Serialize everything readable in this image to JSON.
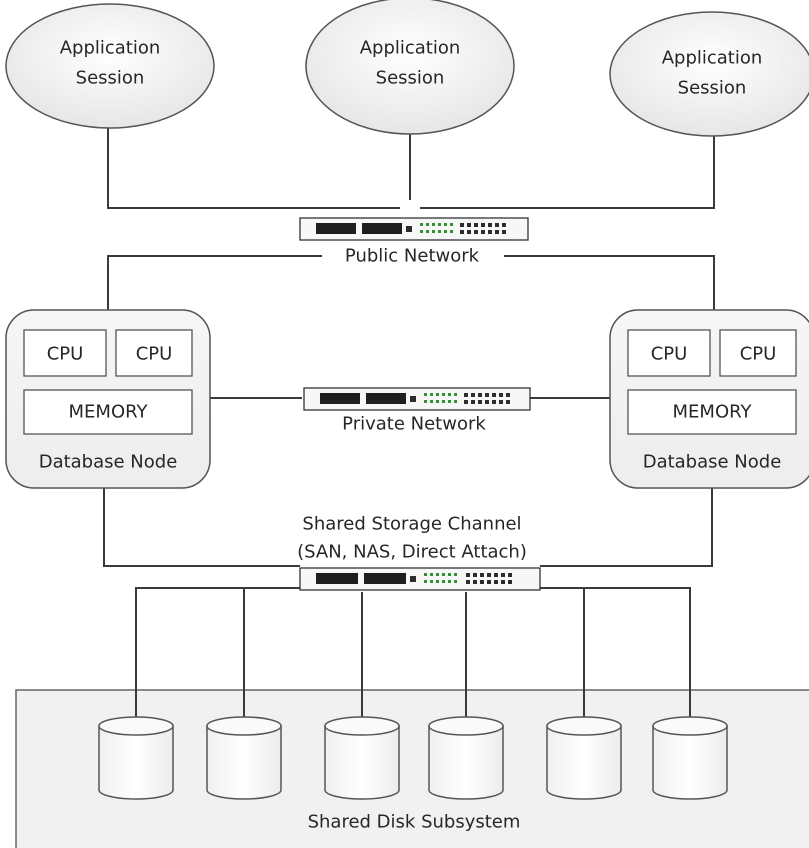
{
  "sessions": [
    {
      "line1": "Application",
      "line2": "Session"
    },
    {
      "line1": "Application",
      "line2": "Session"
    },
    {
      "line1": "Application",
      "line2": "Session"
    }
  ],
  "networks": {
    "public": "Public Network",
    "private": "Private Network",
    "storage_line1": "Shared Storage Channel",
    "storage_line2": "(SAN, NAS, Direct Attach)"
  },
  "nodes": [
    {
      "cpu1": "CPU",
      "cpu2": "CPU",
      "memory": "MEMORY",
      "label": "Database Node"
    },
    {
      "cpu1": "CPU",
      "cpu2": "CPU",
      "memory": "MEMORY",
      "label": "Database Node"
    }
  ],
  "disk_subsystem": {
    "label": "Shared Disk Subsystem",
    "disk_count": 6
  }
}
